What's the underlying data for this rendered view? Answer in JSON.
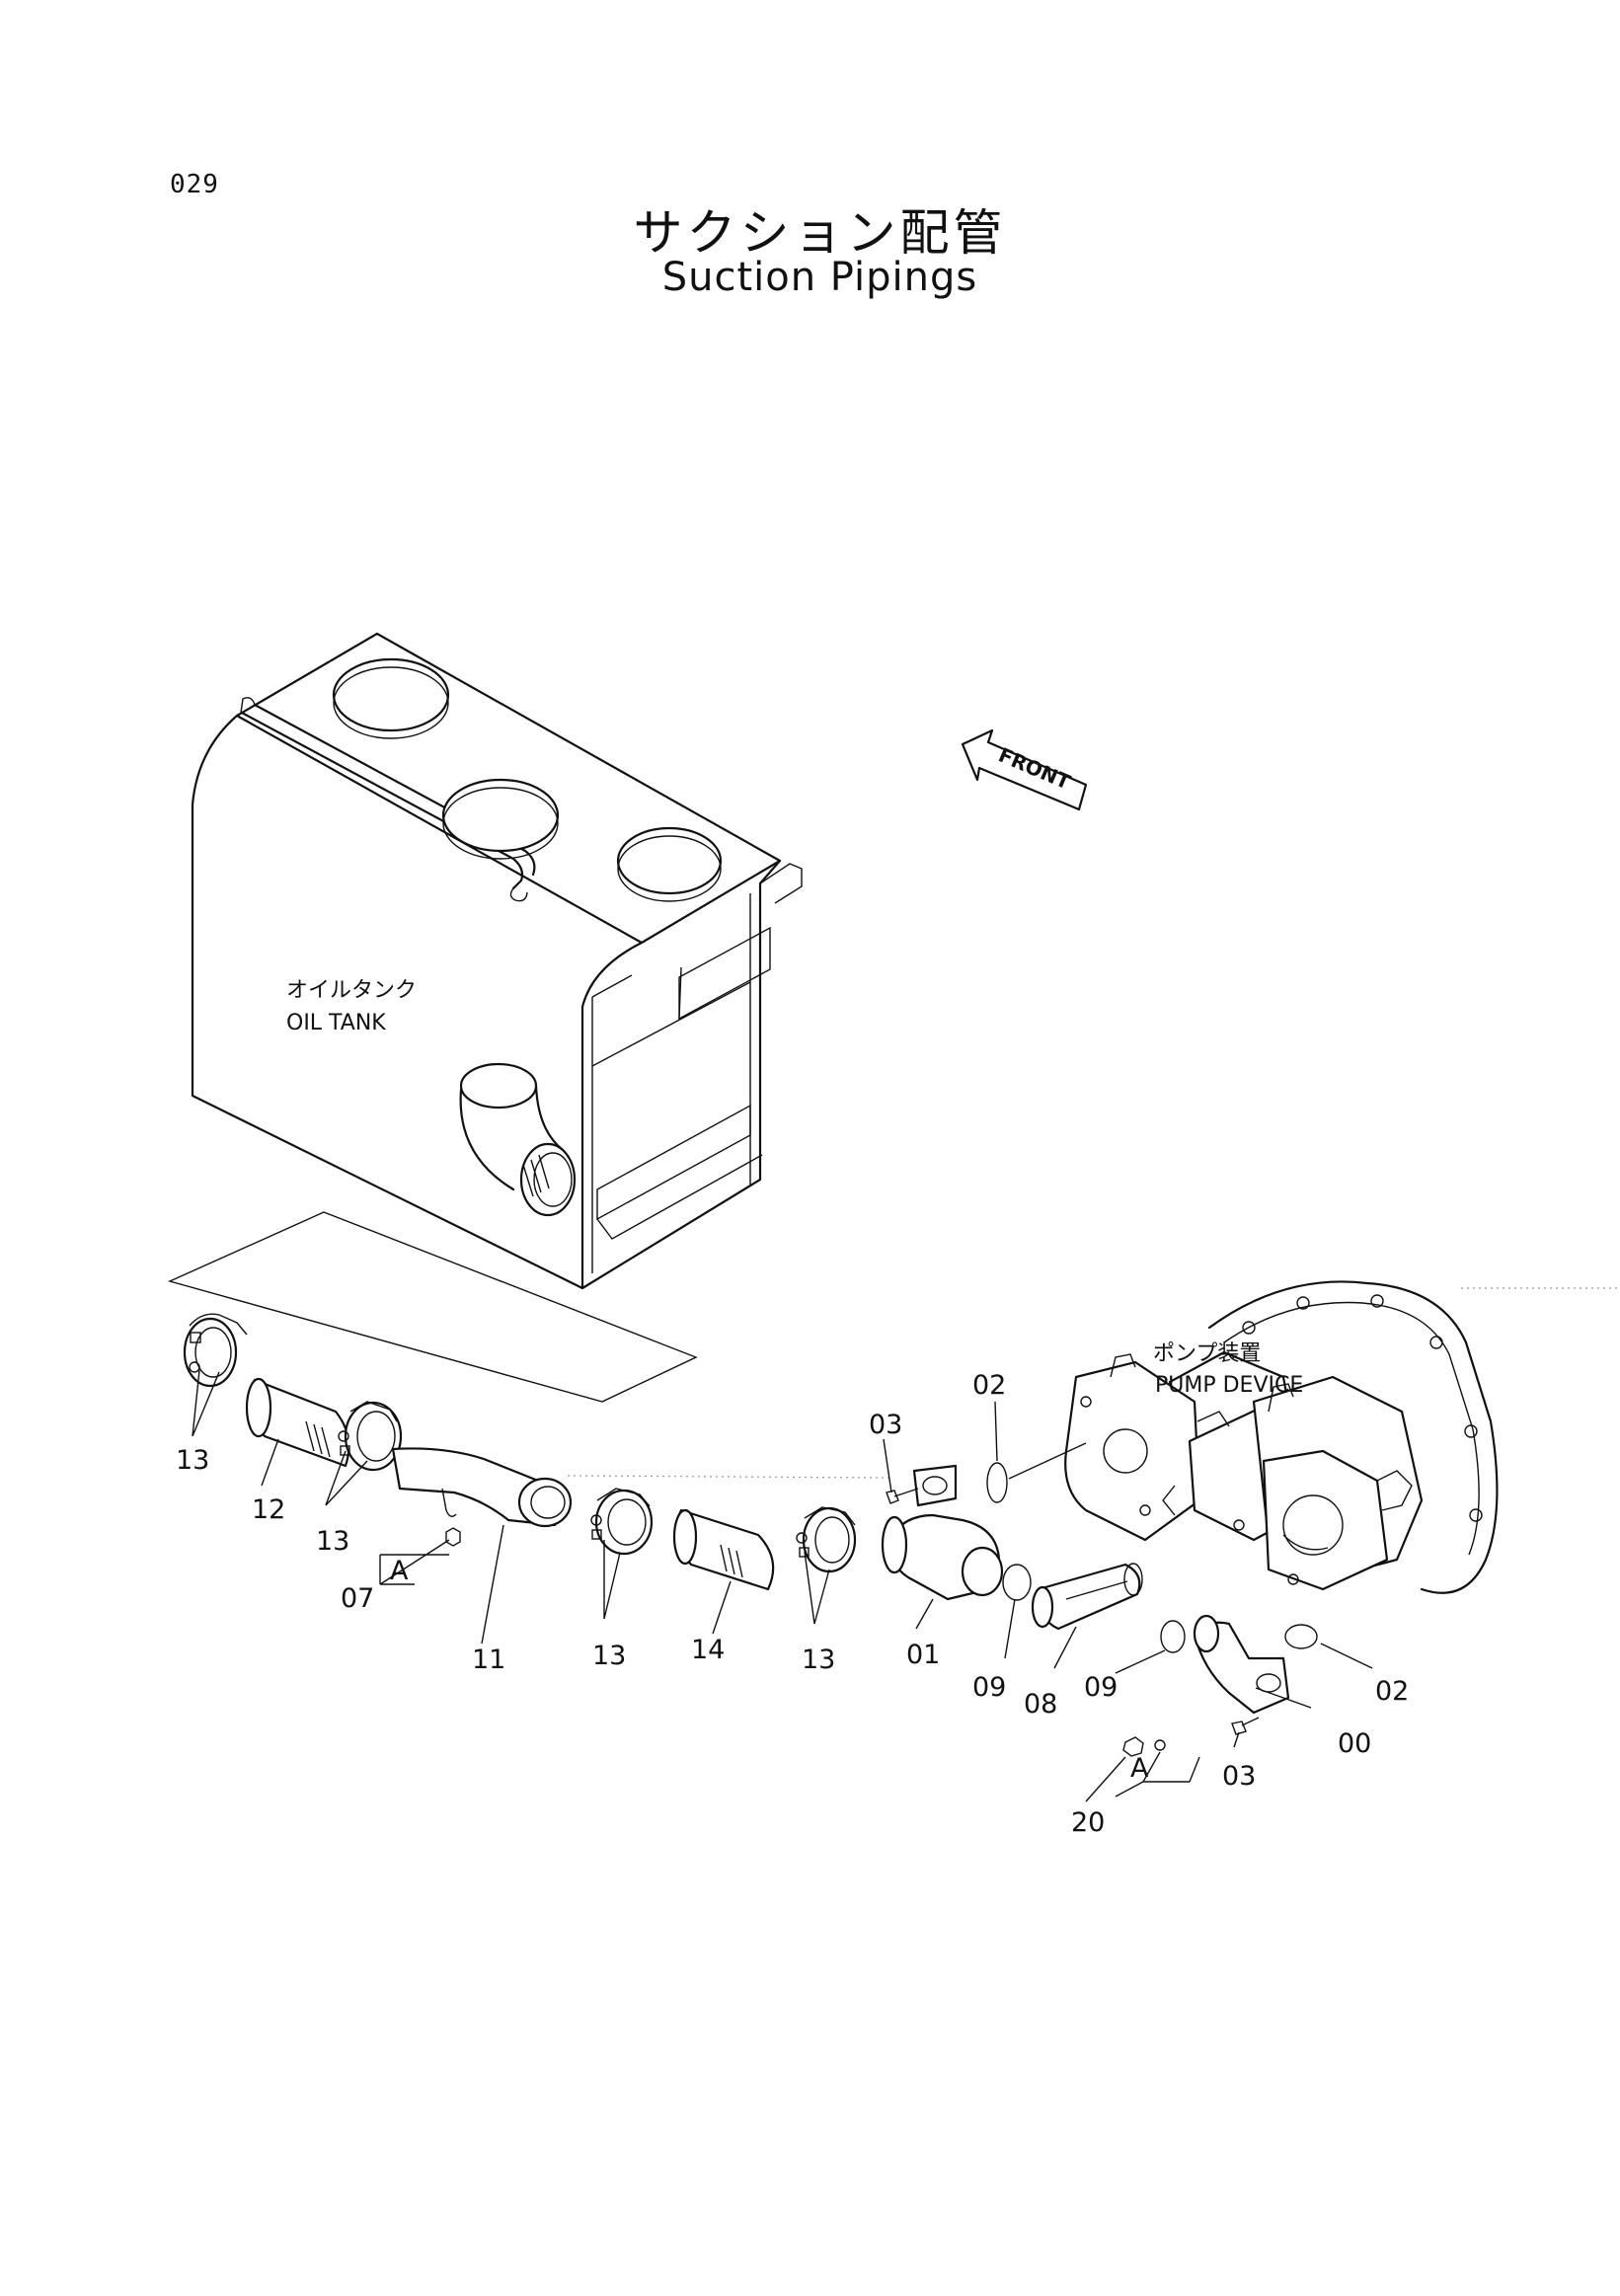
{
  "header": {
    "page_number": "029",
    "title_jp": "サクション配管",
    "title_en": "Suction Pipings"
  },
  "captions": {
    "oil_tank_jp": "オイルタンク",
    "oil_tank_en": "OIL  TANK",
    "pump_jp": "ポンプ装置",
    "pump_en": "PUMP  DEVICE",
    "front": "FRONT"
  },
  "callouts": {
    "c13a": "13",
    "c12": "12",
    "c13b": "13",
    "ref_a1": "A",
    "c07": "07",
    "c11": "11",
    "c13c": "13",
    "c14": "14",
    "c13d": "13",
    "c03a": "03",
    "c02a": "02",
    "c01": "01",
    "c09a": "09",
    "c08": "08",
    "c09b": "09",
    "c02b": "02",
    "c00": "00",
    "c03b": "03",
    "ref_a2": "A",
    "c20": "20"
  }
}
